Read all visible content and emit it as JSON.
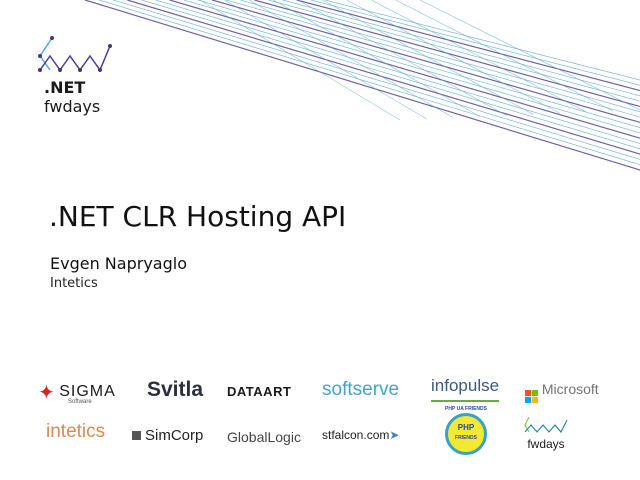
{
  "brand": {
    "line1": ".NET",
    "line2": "fwdays"
  },
  "slide": {
    "title": ".NET CLR Hosting API",
    "author": "Evgen Napryaglo",
    "company": "Intetics"
  },
  "sponsors": {
    "row1": [
      "SIGMA",
      "Svitla",
      "DATAART",
      "softserve",
      "infopulse",
      "Microsoft"
    ],
    "row2": [
      "intetics",
      "SimCorp",
      "GlobalLogic",
      "stfalcon.com",
      "PHP UA FRIENDS",
      "fwdays"
    ],
    "sigma_sub": "Software",
    "php_line1": "PHP",
    "php_line2": "FRIENDS"
  },
  "colors": {
    "lines_a": "#4a3d8f",
    "lines_b": "#5aa7c9",
    "accent": "#3d4a9a"
  }
}
